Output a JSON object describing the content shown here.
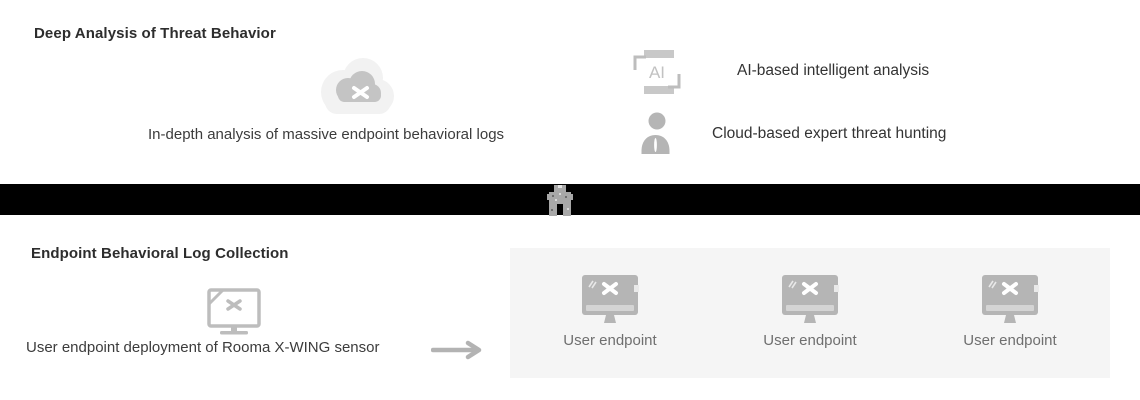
{
  "colors": {
    "background": "#ffffff",
    "heading_text": "#2d2d2d",
    "body_text": "#3c3c3c",
    "muted_text": "#6f6f6f",
    "icon_gray": "#b5b5b5",
    "icon_halo": "#f2f2f2",
    "divider_bar": "#000000",
    "panel_background": "#f5f5f5"
  },
  "top_section": {
    "title": "Deep Analysis of Threat Behavior",
    "cloud": {
      "icon": "cloud-xwing-icon",
      "caption": "In-depth analysis of massive endpoint behavioral logs"
    },
    "features": [
      {
        "icon": "ai-frame-icon",
        "label": "AI-based intelligent analysis"
      },
      {
        "icon": "expert-person-icon",
        "label": "Cloud-based expert threat hunting"
      }
    ]
  },
  "divider": {
    "icon": "xwing-bot-icon"
  },
  "bottom_section": {
    "title": "Endpoint Behavioral Log Collection",
    "sensor": {
      "icon": "monitor-xwing-outline-icon",
      "caption": "User endpoint deployment of Rooma X-WING sensor"
    },
    "arrow_icon": "right-arrow-icon",
    "endpoints": [
      {
        "icon": "monitor-xwing-filled-icon",
        "label": "User endpoint"
      },
      {
        "icon": "monitor-xwing-filled-icon",
        "label": "User endpoint"
      },
      {
        "icon": "monitor-xwing-filled-icon",
        "label": "User endpoint"
      }
    ]
  }
}
